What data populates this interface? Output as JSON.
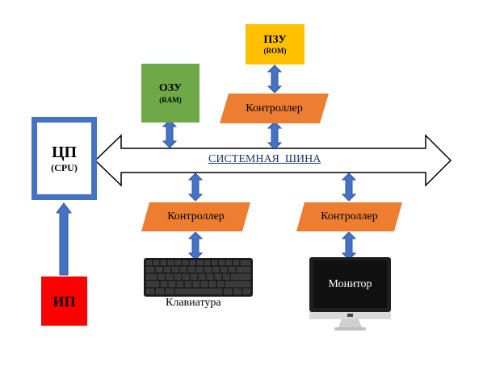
{
  "bus": {
    "label": "СИСТЕМНАЯ  ШИНА"
  },
  "cpu": {
    "title": "ЦП",
    "subtitle": "(CPU)"
  },
  "psu": {
    "title": "ИП"
  },
  "ram": {
    "title": "ОЗУ",
    "subtitle": "(RAM)"
  },
  "rom": {
    "title": "ПЗУ",
    "subtitle": "(ROM)"
  },
  "controllers": {
    "rom": "Контроллер",
    "keyboard": "Контроллер",
    "monitor": "Контроллер"
  },
  "keyboard": {
    "label": "Клавиатура"
  },
  "monitor": {
    "label": "Монитор"
  },
  "colors": {
    "ram": "#6ea847",
    "rom": "#ffc000",
    "controller": "#ed7d31",
    "cpu_border": "#4472c4",
    "psu": "#ff0000",
    "arrow": "#4472c4",
    "arrow_stroke": "#2f5597"
  }
}
